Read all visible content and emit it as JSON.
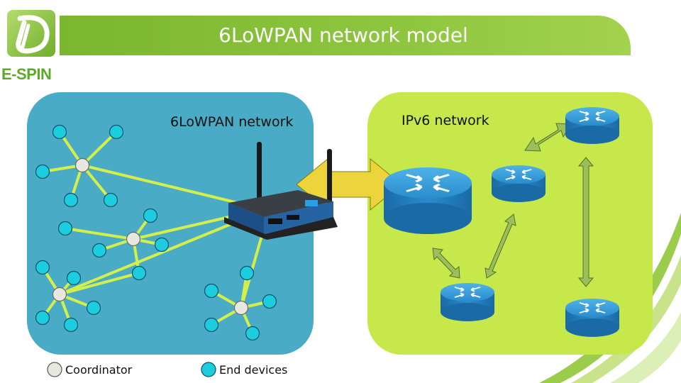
{
  "title": "6LoWPAN network model",
  "logo": {
    "text": "E-SPIN"
  },
  "panels": {
    "lowpan": {
      "label": "6LoWPAN network",
      "color": "#4aabc6"
    },
    "ipv6": {
      "label": "IPv6 network",
      "color": "#c6e84a"
    }
  },
  "legend": {
    "coordinator": "Coordinator",
    "end_devices": "End devices"
  },
  "colors": {
    "accent": "#8ec63f",
    "end_device": "#1ccde0",
    "coordinator": "#e8e8e0",
    "link": "#d4ee4a",
    "router": "#1f7dbf",
    "arrow_green": "#9bbf5a",
    "arrow_yellow": "#ecd53c"
  },
  "icons": [
    "espin-logo-icon",
    "gateway-device-icon",
    "router-icon",
    "double-arrow-icon"
  ]
}
